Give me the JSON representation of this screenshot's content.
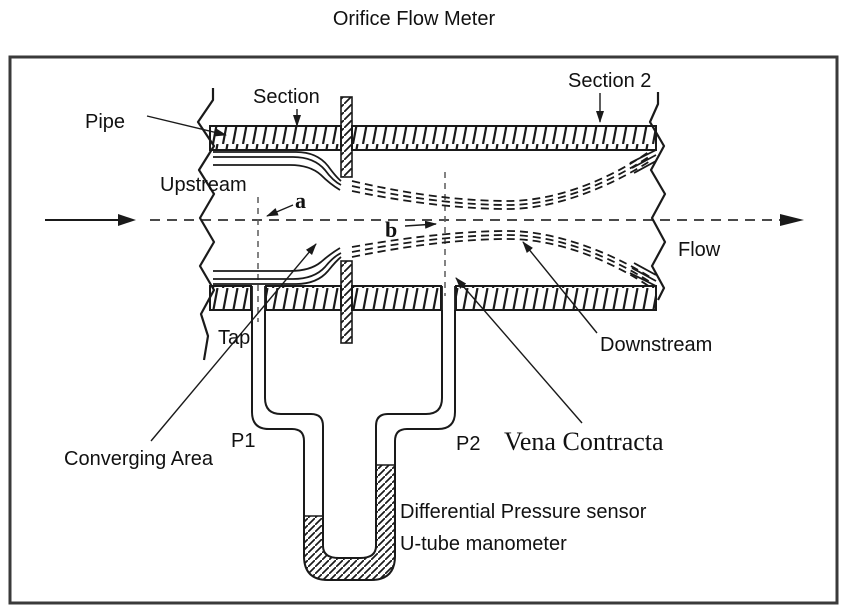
{
  "title": "Orifice Flow Meter",
  "colors": {
    "ink": "#1a1a1a",
    "frame": "#3a3a3a",
    "centerline": "#4a4a4a",
    "background": "#ffffff",
    "text": "#111111"
  },
  "diagram": {
    "labels": {
      "pipe": "Pipe",
      "section1": "Section",
      "section2": "Section 2",
      "upstream": "Upstream",
      "downstream": "Downstream",
      "flow": "Flow",
      "tap": "Tap",
      "converging_area": "Converging Area",
      "vena_contracta": "Vena Contracta",
      "p1": "P1",
      "p2": "P2",
      "sensor_line1": "Differential Pressure sensor",
      "sensor_line2": "U-tube manometer",
      "section_a": "a",
      "section_b": "b"
    }
  }
}
